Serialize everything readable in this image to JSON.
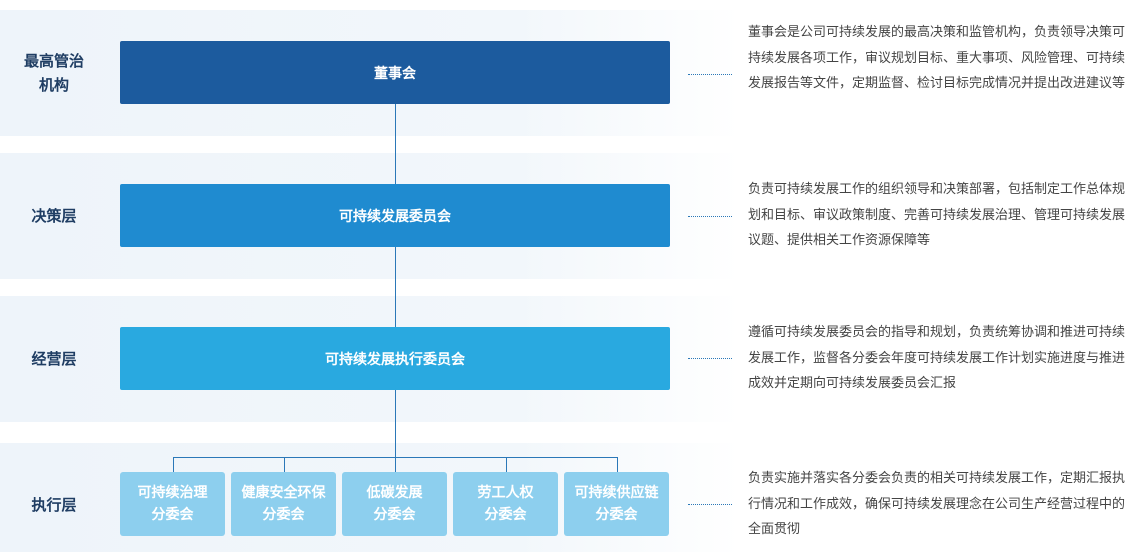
{
  "colors": {
    "board": "#1c5b9e",
    "decision": "#1f8bd0",
    "operation": "#29a9e0",
    "execution": "#8dcfee",
    "connector": "#2b78b8",
    "label_text": "#1f3d63"
  },
  "levels": [
    {
      "label": "最高管治\n机构",
      "box": "董事会",
      "description": "董事会是公司可持续发展的最高决策和监管机构，负责领导决策可持续发展各项工作，审议规划目标、重大事项、风险管理、可持续发展报告等文件，定期监督、检讨目标完成情况并提出改进建议等"
    },
    {
      "label": "决策层",
      "box": "可持续发展委员会",
      "description": "负责可持续发展工作的组织领导和决策部署，包括制定工作总体规划和目标、审议政策制度、完善可持续发展治理、管理可持续发展议题、提供相关工作资源保障等"
    },
    {
      "label": "经营层",
      "box": "可持续发展执行委员会",
      "description": "遵循可持续发展委员会的指导和规划，负责统筹协调和推进可持续发展工作，监督各分委会年度可持续发展工作计划实施进度与推进成效并定期向可持续发展委员会汇报"
    },
    {
      "label": "执行层",
      "description": "负责实施并落实各分委会负责的相关可持续发展工作，定期汇报执行情况和工作成效，确保可持续发展理念在公司生产经营过程中的全面贯彻",
      "subcommittees": [
        {
          "line1": "可持续治理",
          "line2": "分委会"
        },
        {
          "line1": "健康安全环保",
          "line2": "分委会"
        },
        {
          "line1": "低碳发展",
          "line2": "分委会"
        },
        {
          "line1": "劳工人权",
          "line2": "分委会"
        },
        {
          "line1": "可持续供应链",
          "line2": "分委会"
        }
      ]
    }
  ]
}
